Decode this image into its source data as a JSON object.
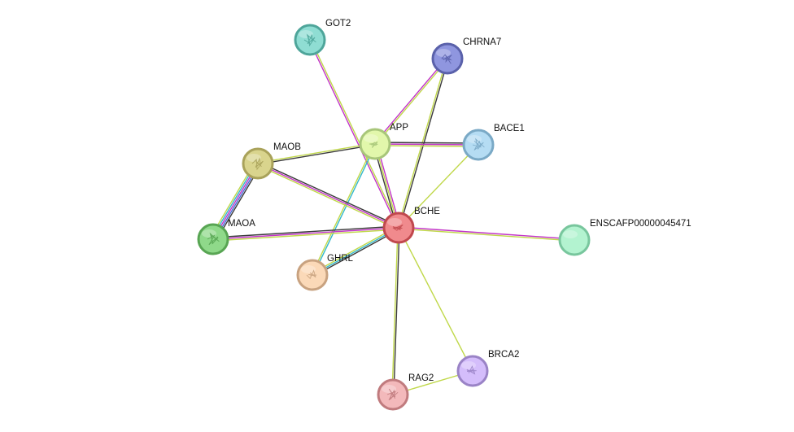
{
  "nodes": [
    {
      "id": "GOT2",
      "label": "GOT2",
      "fill": "#8fddd3",
      "stroke": "#4ea59a",
      "glyph": "protein-structure-icon"
    },
    {
      "id": "CHRNA7",
      "label": "CHRNA7",
      "fill": "#8f96df",
      "stroke": "#5a61aa",
      "glyph": "protein-structure-icon"
    },
    {
      "id": "APP",
      "label": "APP",
      "fill": "#e2f7ab",
      "stroke": "#a8c67a",
      "glyph": "protein-structure-icon"
    },
    {
      "id": "BACE1",
      "label": "BACE1",
      "fill": "#b5dcf3",
      "stroke": "#7aa9c6",
      "glyph": "protein-structure-icon"
    },
    {
      "id": "MAOB",
      "label": "MAOB",
      "fill": "#d9d48d",
      "stroke": "#a9a25a",
      "glyph": "protein-structure-icon"
    },
    {
      "id": "BCHE",
      "label": "BCHE",
      "fill": "#f08a8d",
      "stroke": "#c0484d",
      "glyph": "protein-structure-icon"
    },
    {
      "id": "ENSCAFP00000045471",
      "label": "ENSCAFP00000045471",
      "fill": "#b3f3d0",
      "stroke": "#78c69d",
      "glyph": ""
    },
    {
      "id": "MAOA",
      "label": "MAOA",
      "fill": "#8fd98a",
      "stroke": "#58a553",
      "glyph": "protein-structure-icon"
    },
    {
      "id": "GHRL",
      "label": "GHRL",
      "fill": "#fbd9b8",
      "stroke": "#c8a280",
      "glyph": "protein-structure-icon"
    },
    {
      "id": "BRCA2",
      "label": "BRCA2",
      "fill": "#d4bdfb",
      "stroke": "#9a83c6",
      "glyph": "protein-structure-icon"
    },
    {
      "id": "RAG2",
      "label": "RAG2",
      "fill": "#f3b9bb",
      "stroke": "#c07b7e",
      "glyph": "protein-structure-icon"
    }
  ],
  "edges": [
    {
      "source": "GOT2",
      "target": "BCHE",
      "colors": [
        "#c0d84a",
        "#c234c8"
      ]
    },
    {
      "source": "CHRNA7",
      "target": "APP",
      "colors": [
        "#c0d84a",
        "#c234c8"
      ]
    },
    {
      "source": "CHRNA7",
      "target": "BCHE",
      "colors": [
        "#3a3a3a",
        "#c0d84a"
      ]
    },
    {
      "source": "APP",
      "target": "BACE1",
      "colors": [
        "#3a3a3a",
        "#c234c8",
        "#c0d84a"
      ]
    },
    {
      "source": "APP",
      "target": "MAOB",
      "colors": [
        "#3a3a3a",
        "#c0d84a"
      ]
    },
    {
      "source": "APP",
      "target": "BCHE",
      "colors": [
        "#c234c8",
        "#c0d84a",
        "#3a3a3a"
      ]
    },
    {
      "source": "APP",
      "target": "GHRL",
      "colors": [
        "#33b8cc",
        "#c0d84a"
      ]
    },
    {
      "source": "BACE1",
      "target": "BCHE",
      "colors": [
        "#c0d84a"
      ]
    },
    {
      "source": "MAOB",
      "target": "BCHE",
      "colors": [
        "#3a3a3a",
        "#c234c8",
        "#c0d84a"
      ]
    },
    {
      "source": "MAOB",
      "target": "MAOA",
      "colors": [
        "#3a3a3a",
        "#4a6ad6",
        "#c234c8",
        "#33b8cc",
        "#c0d84a"
      ]
    },
    {
      "source": "MAOA",
      "target": "BCHE",
      "colors": [
        "#3a3a3a",
        "#c234c8",
        "#c0d84a"
      ]
    },
    {
      "source": "BCHE",
      "target": "ENSCAFP00000045471",
      "colors": [
        "#c234c8",
        "#c0d84a"
      ]
    },
    {
      "source": "BCHE",
      "target": "GHRL",
      "colors": [
        "#3a3a3a",
        "#33b8cc",
        "#c0d84a"
      ]
    },
    {
      "source": "BCHE",
      "target": "RAG2",
      "colors": [
        "#3a3a3a",
        "#c0d84a"
      ]
    },
    {
      "source": "BCHE",
      "target": "BRCA2",
      "colors": [
        "#c0d84a"
      ]
    },
    {
      "source": "RAG2",
      "target": "BRCA2",
      "colors": [
        "#c0d84a"
      ]
    }
  ]
}
